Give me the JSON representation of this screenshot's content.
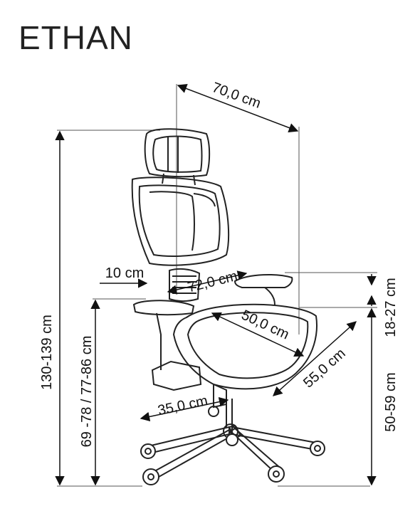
{
  "product": {
    "name": "ETHAN"
  },
  "dimensions": {
    "total_width": "70,0 cm",
    "total_height": "130-139 cm",
    "armrest_height": "69 -78 / 77-86 cm",
    "seat_height": "50-59 cm",
    "armrest_adjust": "18-27 cm",
    "back_width": "72,0 cm",
    "lumbar_offset": "10 cm",
    "seat_width": "50,0 cm",
    "seat_depth": "55,0 cm",
    "base_radius": "35,0 cm"
  },
  "colors": {
    "line": "#222222",
    "dim_line": "#333333"
  }
}
